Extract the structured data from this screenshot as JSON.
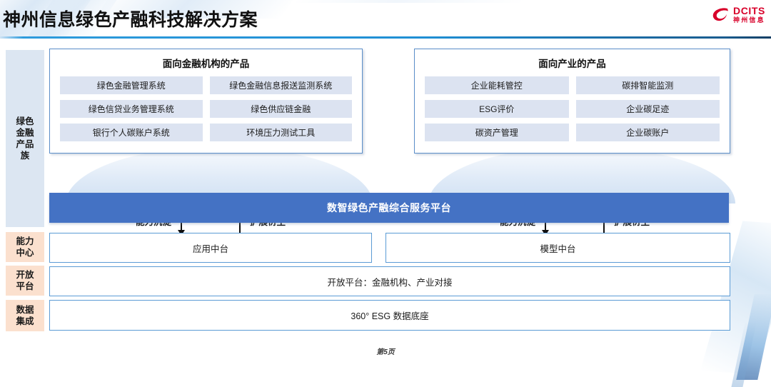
{
  "header": {
    "title": "神州信息绿色产融科技解决方案",
    "logo": {
      "en": "DCITS",
      "cn": "神州信息",
      "color": "#d8002a",
      "mark": "swoosh-icon"
    }
  },
  "sidebar": {
    "items": [
      {
        "id": "green-finance-product-family",
        "label": "绿色\n金融\n产品\n族",
        "bg": "#dce6f2"
      },
      {
        "id": "capability-center",
        "label": "能力\n中心",
        "bg": "#fbe0ce"
      },
      {
        "id": "open-platform",
        "label": "开放\n平台",
        "bg": "#fbe0ce"
      },
      {
        "id": "data-integration",
        "label": "数据\n集成",
        "bg": "#fbe0ce"
      }
    ]
  },
  "panels": [
    {
      "id": "products-for-financial-institutions",
      "title": "面向金融机构的产品",
      "items": [
        "绿色金融管理系统",
        "绿色金融信息报送监测系统",
        "绿色信贷业务管理系统",
        "绿色供应链金融",
        "银行个人碳账户系统",
        "环境压力测试工具"
      ]
    },
    {
      "id": "products-for-industry",
      "title": "面向产业的产品",
      "items": [
        "企业能耗管控",
        "碳排智能监测",
        "ESG评价",
        "企业碳足迹",
        "碳资产管理",
        "企业碳账户"
      ]
    }
  ],
  "flows": [
    {
      "id": "flow-left",
      "down_label": "能力沉淀",
      "up_label": "扩展衍生"
    },
    {
      "id": "flow-right",
      "down_label": "能力沉淀",
      "up_label": "扩展衍生"
    }
  ],
  "platform_bar": {
    "label": "数智绿色产融综合服务平台",
    "color": "#4472c4"
  },
  "rows": {
    "capability": [
      {
        "id": "application-middle-platform",
        "label": "应用中台"
      },
      {
        "id": "model-middle-platform",
        "label": "模型中台"
      }
    ],
    "open_platform": {
      "id": "open-platform-row",
      "label": "开放平台：金融机构、产业对接"
    },
    "data_base": {
      "id": "esg-data-base-row",
      "label": "360° ESG 数据底座"
    }
  },
  "footer": {
    "page": "第5页"
  },
  "colors": {
    "accent_blue": "#4472c4",
    "border_blue": "#5b9bd5",
    "cell_bg": "#dce3f1",
    "sidebar_blue": "#dce6f2",
    "sidebar_peach": "#fbe0ce",
    "logo_red": "#d8002a"
  }
}
